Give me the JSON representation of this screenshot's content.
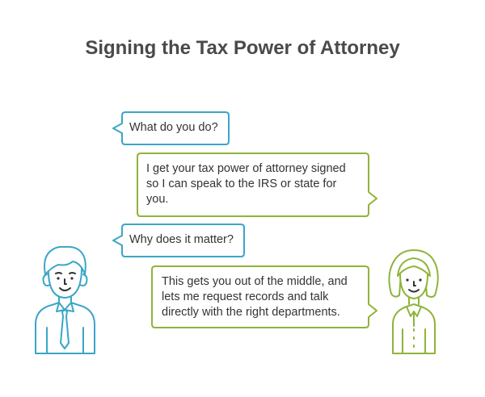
{
  "title": "Signing the Tax Power of Attorney",
  "colors": {
    "blue": "#3aa6c6",
    "green": "#8fb43a",
    "text": "#333333",
    "title": "#4a4a4a"
  },
  "conversation": [
    {
      "speaker": "client",
      "lines": [
        "What do you do?"
      ]
    },
    {
      "speaker": "advisor",
      "lines": [
        "I get your tax power of attorney signed",
        "so I can speak to the IRS or state for",
        "you."
      ]
    },
    {
      "speaker": "client",
      "lines": [
        "Why does it matter?"
      ]
    },
    {
      "speaker": "advisor",
      "lines": [
        "This gets you out of the middle, and",
        "lets me request records and talk",
        "directly with the right departments."
      ]
    }
  ],
  "characters": {
    "client_icon": "man-with-tie-icon",
    "advisor_icon": "woman-icon"
  }
}
